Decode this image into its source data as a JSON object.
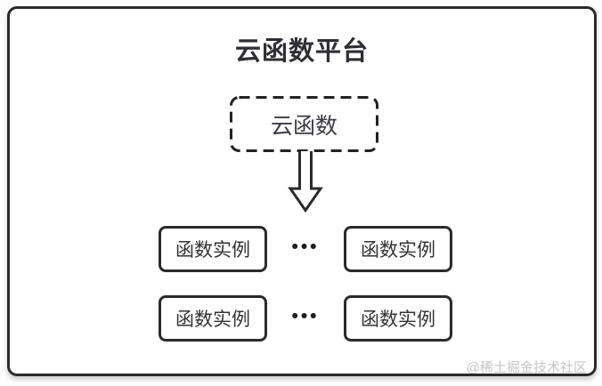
{
  "title": "云函数平台",
  "root_node": {
    "label": "云函数"
  },
  "instance_rows": [
    {
      "left": "函数实例",
      "ellipsis": "•••",
      "right": "函数实例"
    },
    {
      "left": "函数实例",
      "ellipsis": "•••",
      "right": "函数实例"
    }
  ],
  "watermark": "@稀土掘金技术社区",
  "colors": {
    "border": "#2b2b2b",
    "title_text": "#2e2e34",
    "node_text": "#3a3a44",
    "instance_text": "#333333",
    "watermark_text": "#c6c6c6",
    "background": "#ffffff"
  }
}
